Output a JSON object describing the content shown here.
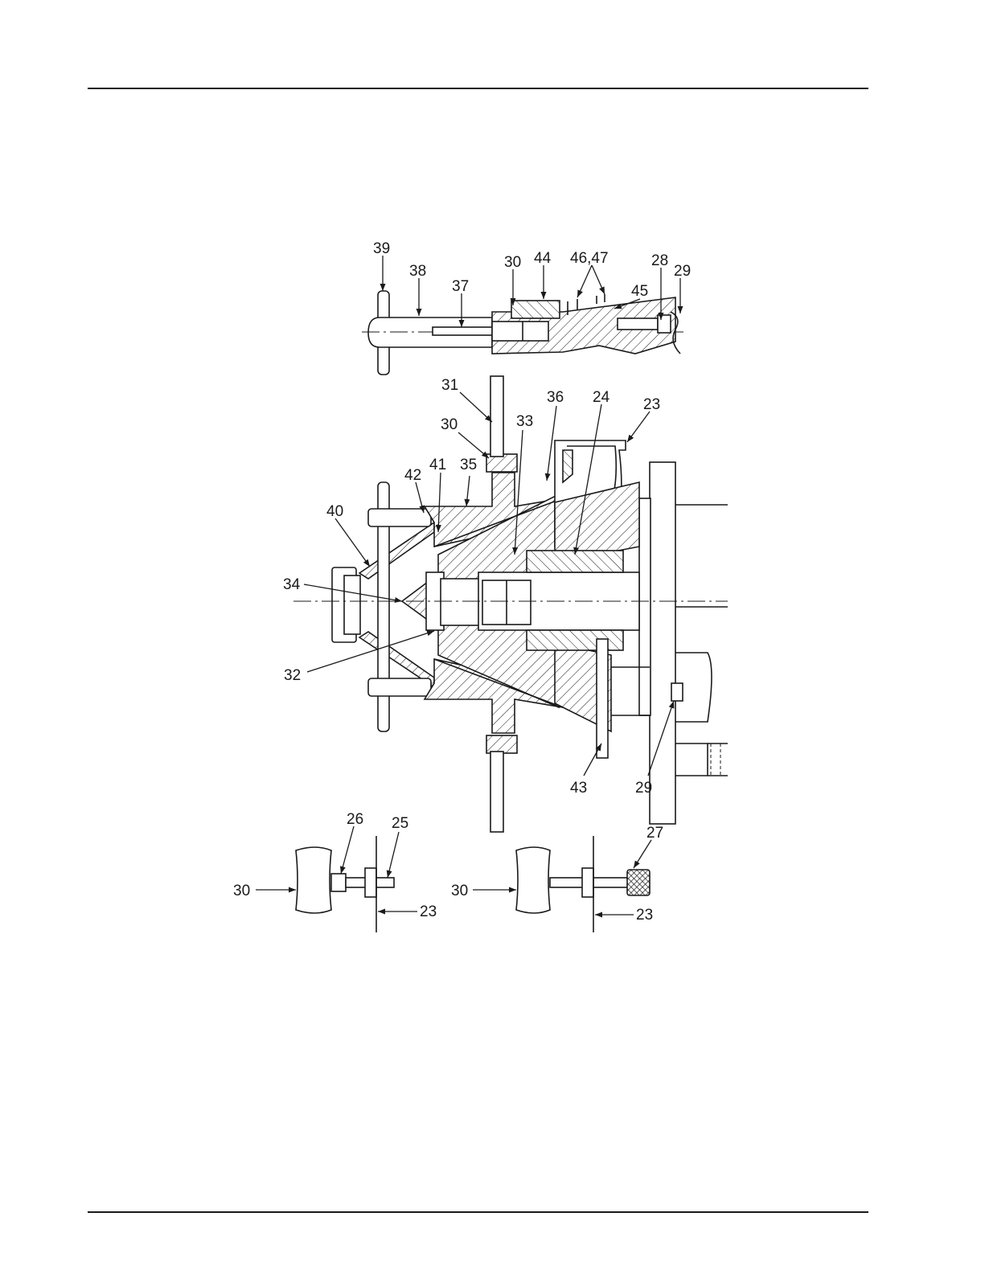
{
  "figure": {
    "callouts": [
      "39",
      "38",
      "37",
      "30",
      "44",
      "46,47",
      "45",
      "28",
      "29",
      "31",
      "36",
      "24",
      "23",
      "30",
      "33",
      "42",
      "41",
      "35",
      "40",
      "34",
      "32",
      "43",
      "29",
      "26",
      "25",
      "30",
      "23",
      "27",
      "30",
      "23"
    ]
  },
  "icons": {
    "assembly_drawing": "pump-impeller-assembly-section",
    "detail_left": "stud-and-nut-detail",
    "detail_right": "stud-and-knurled-nut-detail"
  }
}
